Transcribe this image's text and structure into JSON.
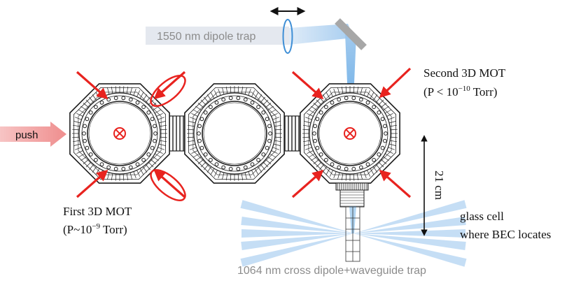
{
  "labels": {
    "dipole_1550": "1550 nm dipole trap",
    "push": "push",
    "first_mot": "First 3D MOT",
    "first_mot_pressure_prefix": "(P~10",
    "first_mot_pressure_exp": "−9",
    "first_mot_pressure_suffix": " Torr)",
    "second_mot": "Second 3D MOT",
    "second_mot_pressure_prefix": "(P < 10",
    "second_mot_pressure_exp": "−10",
    "second_mot_pressure_suffix": " Torr)",
    "distance": "21 cm",
    "glass_cell_line1": "glass cell",
    "glass_cell_line2": "where BEC locates",
    "dipole_1064": "1064 nm cross dipole+waveguide trap"
  },
  "colors": {
    "laser_red": "#e8231f",
    "push_beam": "#f4a3a3",
    "beam_blue": "#6fb1e6",
    "lens_blue": "#3f8fd6",
    "mirror_gray": "#a7a7a7",
    "gray_text": "#8c8c8c",
    "gray_banner": "#e4e8ef",
    "chamber_dark": "#1e1e1e"
  },
  "icons": {
    "field_into_page": "circle-cross-icon",
    "translation_stage": "double-arrow-icon"
  }
}
